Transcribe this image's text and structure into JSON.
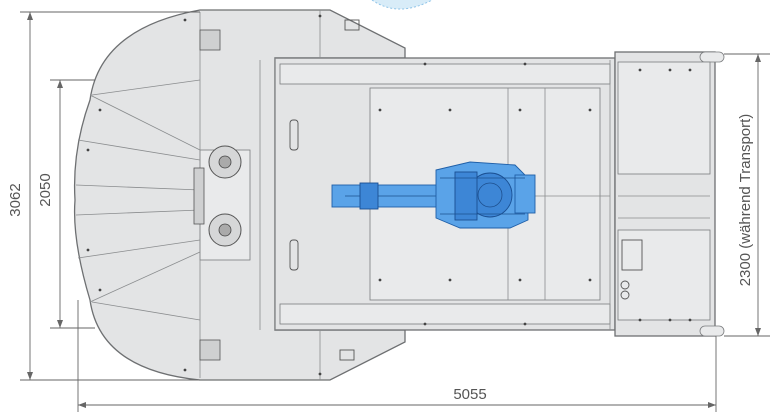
{
  "dimensions": {
    "overall_height": "3062",
    "inner_height": "2050",
    "overall_length": "5055",
    "transport_width": "2300 (während Transport)"
  },
  "colors": {
    "platform": "#e3e4e5",
    "robot": "#5aa3e8",
    "dimension_text": "#555555"
  }
}
